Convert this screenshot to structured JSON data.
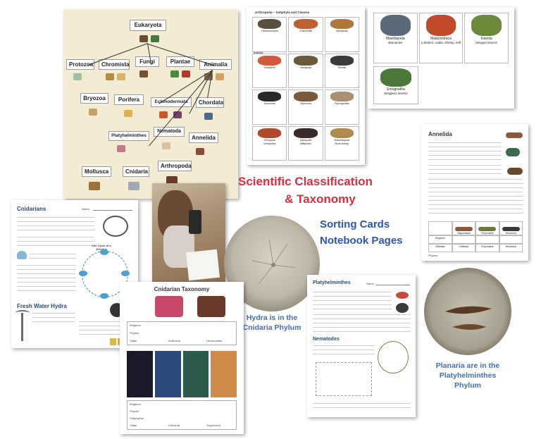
{
  "headline": {
    "title_line1": "Scientific Classification",
    "title_line2": "& Taxonomy",
    "subtitle_line1": "Sorting Cards",
    "subtitle_line2": "Notebook Pages",
    "title_color": "#d63040",
    "subtitle_color": "#2f56b0"
  },
  "captions": {
    "hydra_line1": "Hydra is in the",
    "hydra_line2": "Cnidaria Phylum",
    "planaria_line1": "Planaria are in the",
    "planaria_line2": "Platyhelminthes",
    "planaria_line3": "Phylum",
    "caption_color": "#3f6fb6"
  },
  "poster": {
    "root": "Eukaryota",
    "kingdoms": [
      "Protozoa",
      "Chromista",
      "Fungi",
      "Plantae",
      "Animalia"
    ],
    "phyla_row1": [
      "Bryozoa",
      "Porifera",
      "Echinodermata",
      "Chordata"
    ],
    "phyla_row2": [
      "Platyhelminthes",
      "Nematoda",
      "Annelida"
    ],
    "phyla_row3": [
      "Mollusca",
      "Cnidaria",
      "Arthropoda"
    ]
  },
  "arthropoda_sheet": {
    "title": "Arthropoda – Subphyla and Classes",
    "rows": [
      [
        "Trilobitomorpha",
        "Chelicerata",
        "Myriapoda"
      ],
      [
        "Crustacea",
        "Hexapoda",
        "Trilobita"
      ],
      [
        "Arachnida",
        "Xiphosura",
        "Pycnogonida"
      ],
      [
        "Chilopoda",
        "Diplopoda",
        "Branchiopoda"
      ]
    ],
    "header_label": "Extinct",
    "footer_row": [
      "Centipedes",
      "Millipedes",
      "Brine shrimp"
    ]
  },
  "crustacea_sheet": {
    "columns": [
      "Maxillopoda",
      "Malacostraca",
      "Insecta"
    ],
    "column_notes": [
      "Barnacles",
      "Lobsters, crabs, shrimp, krill",
      "Winged insects"
    ],
    "extra_label": "Entognatha",
    "extra_note": "Wingless insects"
  },
  "annelida_sheet": {
    "title": "Annelida",
    "table_rows": [
      [
        "",
        "Oligochaeta",
        "Polychaeta",
        "Hirudinea"
      ],
      [
        "Kingdom",
        "",
        "",
        ""
      ],
      [
        "Clitellata",
        "Clitellata",
        "Polychaeta",
        "Hirudinea"
      ]
    ],
    "footer": "Phylum"
  },
  "cnidarians_sheet": {
    "title": "Cnidarians",
    "name_label": "Name",
    "section_title": "Fresh Water Hydra",
    "life_cycle_label": "Life Cycle of a Jellyfish"
  },
  "cnidarian_taxonomy_sheet": {
    "title": "Cnidarian Taxonomy",
    "row_labels_top": [
      "Kingdom",
      "Phylum",
      "Class"
    ],
    "class_values_top": [
      "Anthozoa",
      "Hexacorallia"
    ],
    "row_labels_bottom": [
      "Kingdom",
      "Phylum",
      "Subphylum",
      "Class"
    ],
    "class_values_bottom": [
      "Cubozoa",
      "Scyphozoa"
    ]
  },
  "platyhelminthes_sheet": {
    "title": "Platyhelminthes",
    "name_label": "Name",
    "section_title": "Nematodes"
  }
}
